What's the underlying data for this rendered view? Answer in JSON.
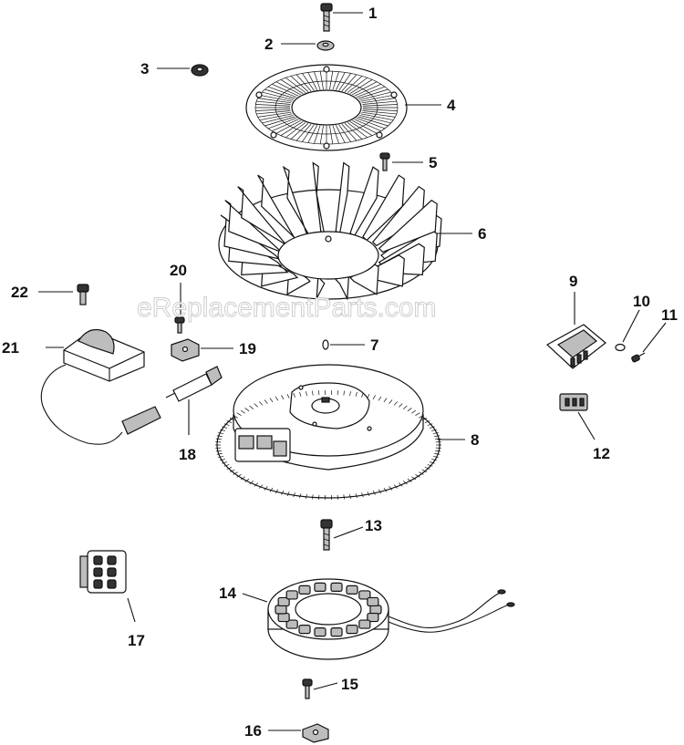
{
  "watermark": "eReplacementParts.com",
  "callouts": [
    {
      "id": "1",
      "label": "1"
    },
    {
      "id": "2",
      "label": "2"
    },
    {
      "id": "3",
      "label": "3"
    },
    {
      "id": "4",
      "label": "4"
    },
    {
      "id": "5",
      "label": "5"
    },
    {
      "id": "6",
      "label": "6"
    },
    {
      "id": "7",
      "label": "7"
    },
    {
      "id": "8",
      "label": "8"
    },
    {
      "id": "9",
      "label": "9"
    },
    {
      "id": "10",
      "label": "10"
    },
    {
      "id": "11",
      "label": "11"
    },
    {
      "id": "12",
      "label": "12"
    },
    {
      "id": "13",
      "label": "13"
    },
    {
      "id": "14",
      "label": "14"
    },
    {
      "id": "15",
      "label": "15"
    },
    {
      "id": "16",
      "label": "16"
    },
    {
      "id": "17",
      "label": "17"
    },
    {
      "id": "18",
      "label": "18"
    },
    {
      "id": "19",
      "label": "19"
    },
    {
      "id": "20",
      "label": "20"
    },
    {
      "id": "21",
      "label": "21"
    },
    {
      "id": "22",
      "label": "22"
    }
  ]
}
